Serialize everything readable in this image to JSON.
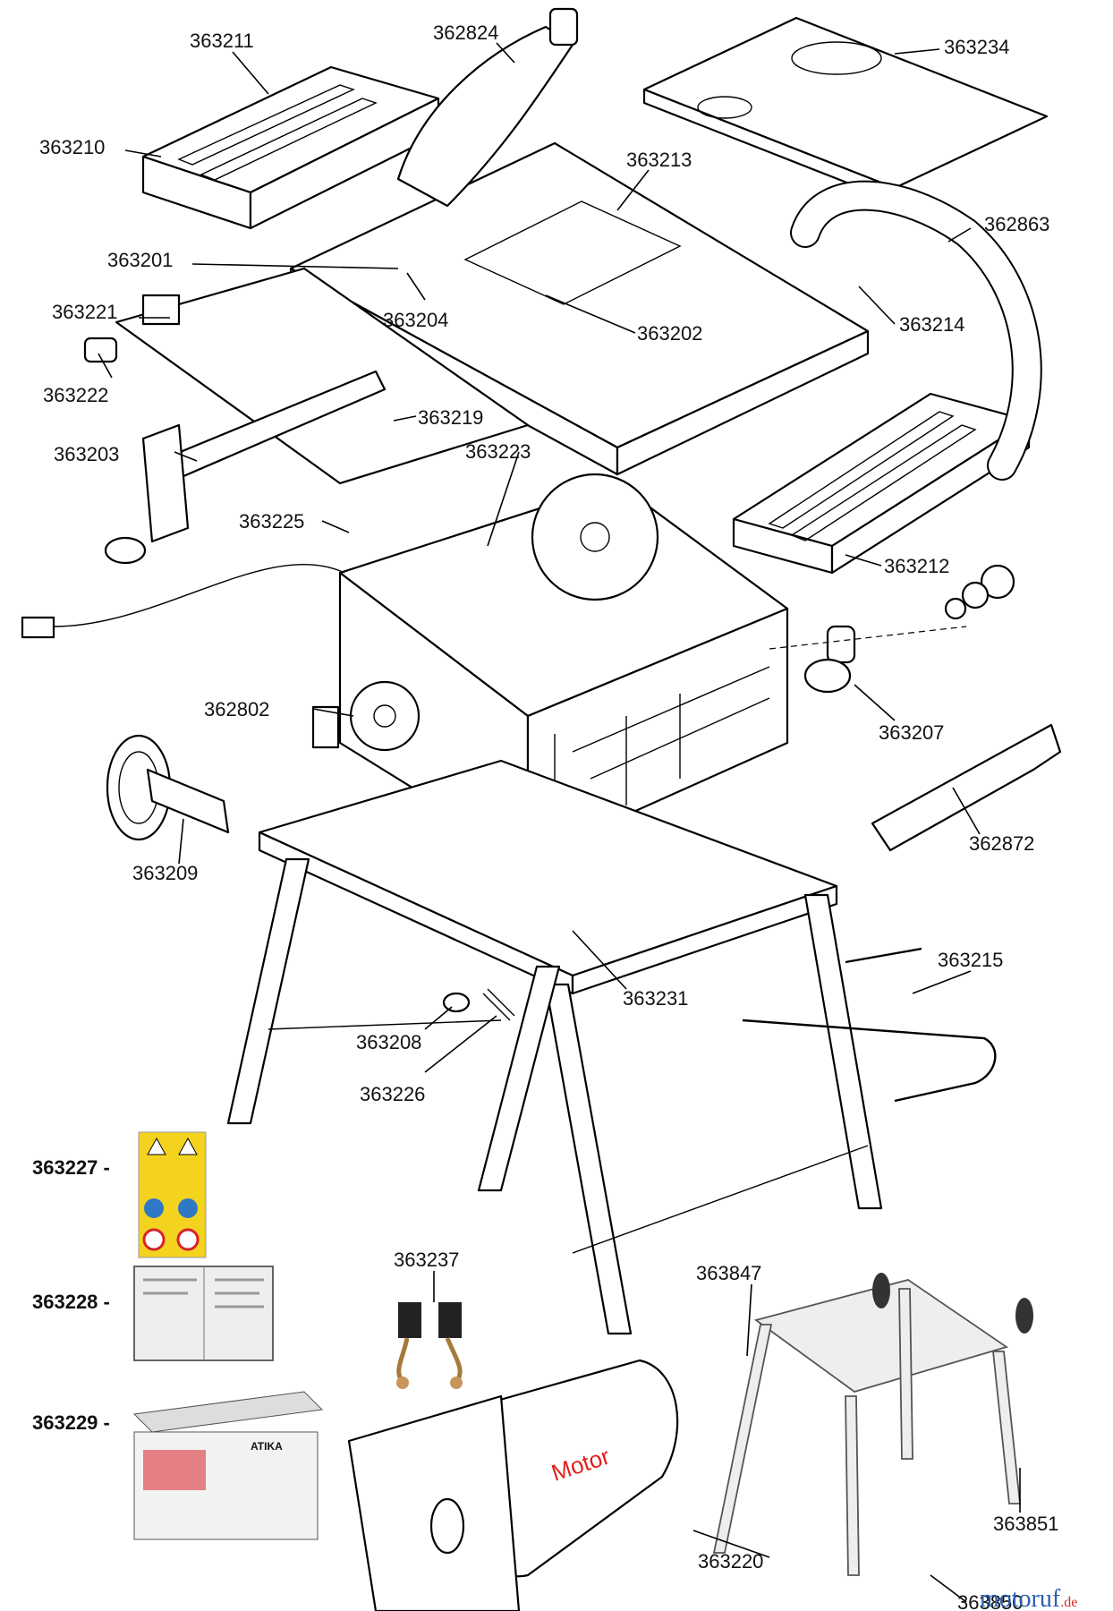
{
  "parts": [
    {
      "id": "363211"
    },
    {
      "id": "362824"
    },
    {
      "id": "363234"
    },
    {
      "id": "363210"
    },
    {
      "id": "363213"
    },
    {
      "id": "362863"
    },
    {
      "id": "363201"
    },
    {
      "id": "363221"
    },
    {
      "id": "363204"
    },
    {
      "id": "363202"
    },
    {
      "id": "363214"
    },
    {
      "id": "363222"
    },
    {
      "id": "363219"
    },
    {
      "id": "363203"
    },
    {
      "id": "363223"
    },
    {
      "id": "363225"
    },
    {
      "id": "363212"
    },
    {
      "id": "362802"
    },
    {
      "id": "363207"
    },
    {
      "id": "362872"
    },
    {
      "id": "363209"
    },
    {
      "id": "363215"
    },
    {
      "id": "363231"
    },
    {
      "id": "363208"
    },
    {
      "id": "363226"
    },
    {
      "id": "363237"
    },
    {
      "id": "363847"
    },
    {
      "id": "363220"
    },
    {
      "id": "363851"
    },
    {
      "id": "363850"
    }
  ],
  "side_parts": [
    {
      "id": "363227 -"
    },
    {
      "id": "363228 -"
    },
    {
      "id": "363229 -"
    }
  ],
  "motor_label": "Motor",
  "box_brand": "ATIKA",
  "watermark": {
    "brand": "motoruf",
    "tld": ".de"
  },
  "colors": {
    "motor_text": "#e0201c",
    "wm_blue": "#2a5db0",
    "wm_red": "#d42a1e",
    "sticker_yellow": "#f4d31f",
    "sticker_blue": "#2f78c4",
    "sticker_red": "#d8232a"
  }
}
